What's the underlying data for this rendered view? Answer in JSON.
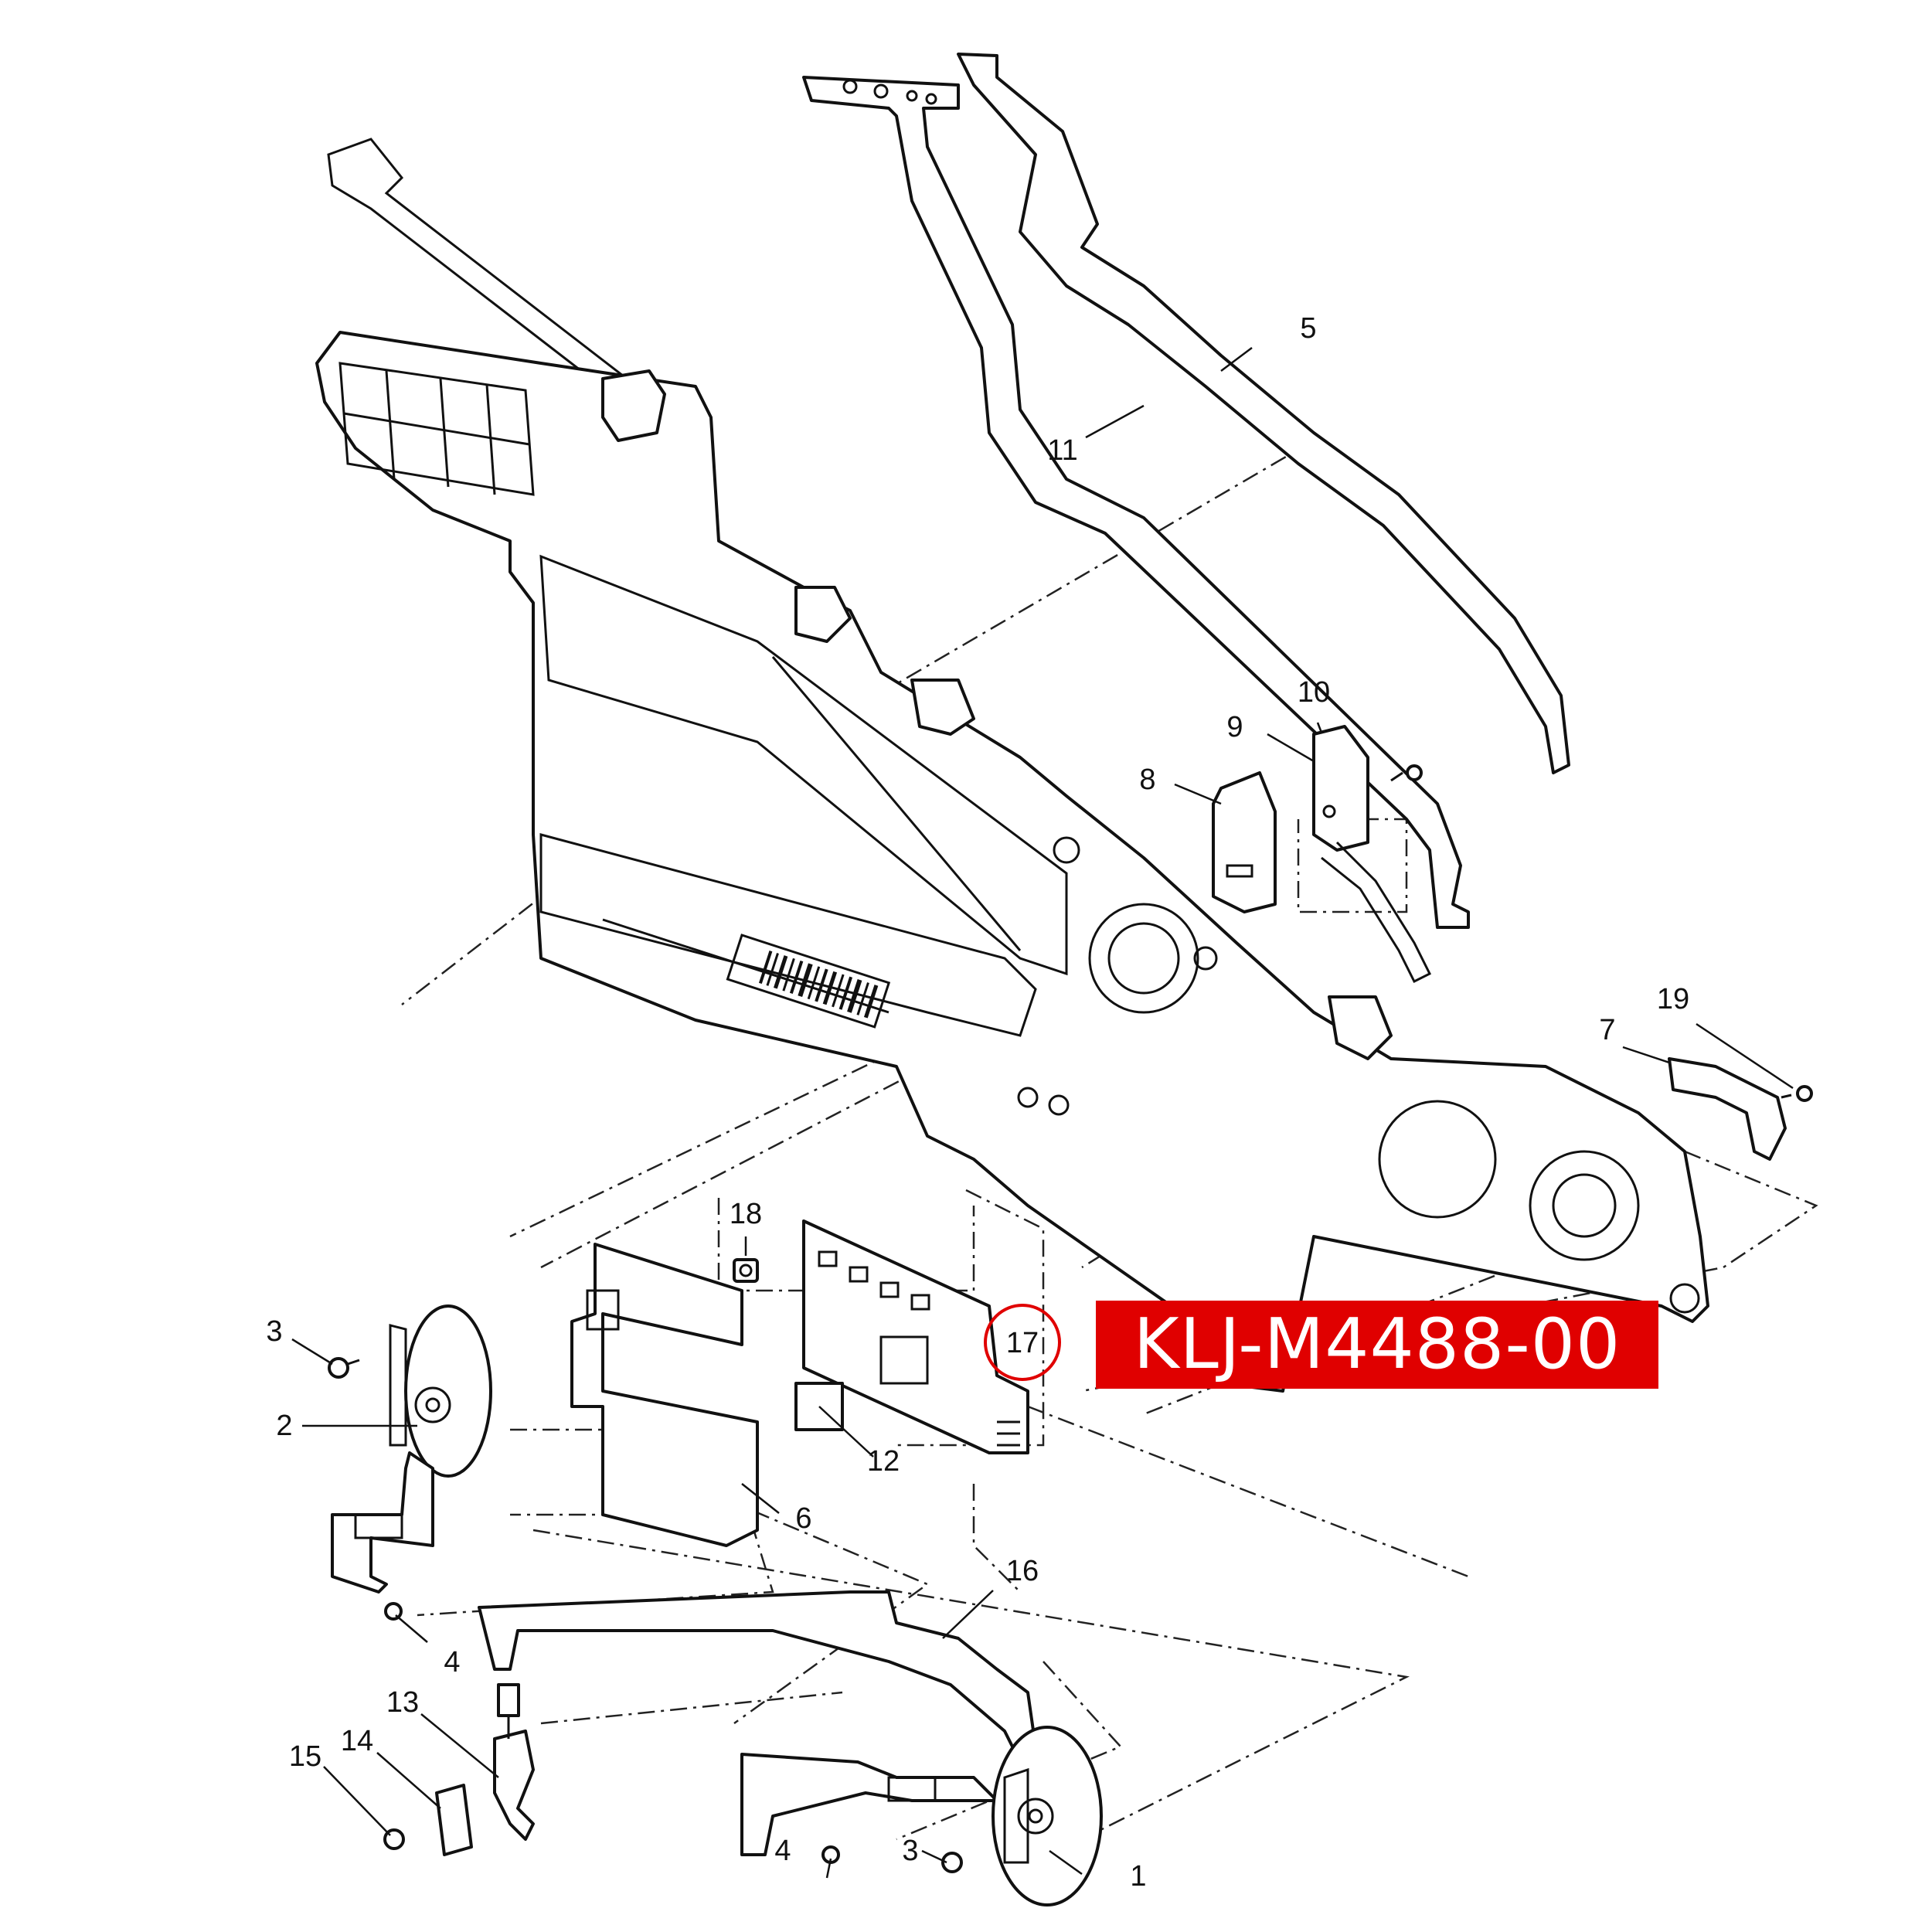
{
  "part_number": "KLJ-M4488-00",
  "highlighted_callout": "17",
  "callouts": [
    {
      "id": "c1",
      "text": "1"
    },
    {
      "id": "c2",
      "text": "2"
    },
    {
      "id": "c3a",
      "text": "3"
    },
    {
      "id": "c3b",
      "text": "3"
    },
    {
      "id": "c4a",
      "text": "4"
    },
    {
      "id": "c4b",
      "text": "4"
    },
    {
      "id": "c5",
      "text": "5"
    },
    {
      "id": "c6",
      "text": "6"
    },
    {
      "id": "c7",
      "text": "7"
    },
    {
      "id": "c8",
      "text": "8"
    },
    {
      "id": "c9",
      "text": "9"
    },
    {
      "id": "c10",
      "text": "10"
    },
    {
      "id": "c11",
      "text": "11"
    },
    {
      "id": "c12",
      "text": "12"
    },
    {
      "id": "c13",
      "text": "13"
    },
    {
      "id": "c14",
      "text": "14"
    },
    {
      "id": "c15",
      "text": "15"
    },
    {
      "id": "c16",
      "text": "16"
    },
    {
      "id": "c18",
      "text": "18"
    },
    {
      "id": "c19",
      "text": "19"
    }
  ],
  "colors": {
    "highlight": "#e00000",
    "line": "#111111",
    "background": "#ffffff"
  }
}
